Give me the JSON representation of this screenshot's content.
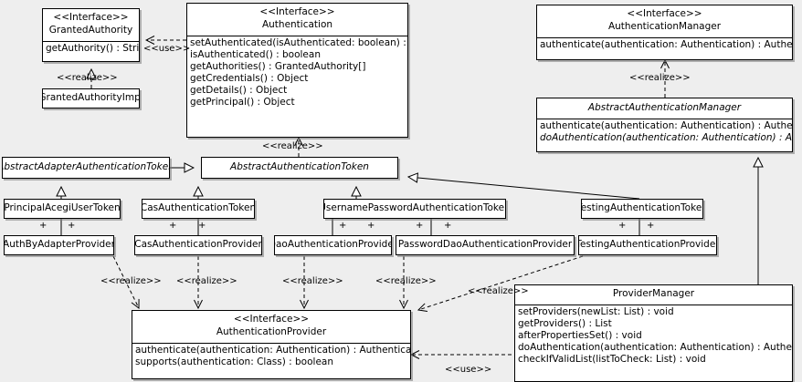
{
  "diagram": {
    "type": "uml-class-diagram",
    "background": "#eeeeee",
    "line_color": "#000000",
    "box_fill": "#ffffff"
  },
  "stereotypes": {
    "interface": "<<Interface>>",
    "realize": "<<realize>>",
    "use": "<<use>>"
  },
  "classes": {
    "granted_authority": {
      "stereotype": "<<Interface>>",
      "name": "GrantedAuthority",
      "operations": [
        "getAuthority() : String"
      ]
    },
    "granted_authority_impl": {
      "name": "GrantedAuthorityImpl"
    },
    "authentication": {
      "stereotype": "<<Interface>>",
      "name": "Authentication",
      "operations": [
        "setAuthenticated(isAuthenticated: boolean) : void",
        "isAuthenticated() : boolean",
        "getAuthorities() : GrantedAuthority[]",
        "getCredentials() : Object",
        "getDetails() : Object",
        "getPrincipal() : Object"
      ]
    },
    "authentication_manager": {
      "stereotype": "<<Interface>>",
      "name": "AuthenticationManager",
      "operations": [
        "authenticate(authentication: Authentication) : Authentication"
      ]
    },
    "abstract_authentication_manager": {
      "name": "AbstractAuthenticationManager",
      "operations": [
        "authenticate(authentication: Authentication) : Authentication",
        "doAuthentication(authentication: Authentication) : Authentication"
      ]
    },
    "abstract_adapter_authentication_token": {
      "name": "AbstractAdapterAuthenticationToken"
    },
    "abstract_authentication_token": {
      "name": "AbstractAuthenticationToken"
    },
    "principal_acegi_user_token": {
      "name": "PrincipalAcegiUserToken"
    },
    "cas_authentication_token": {
      "name": "CasAuthenticationToken"
    },
    "username_password_authentication_token": {
      "name": "UsernamePasswordAuthenticationToken"
    },
    "testing_authentication_token": {
      "name": "TestingAuthenticationToken"
    },
    "auth_by_adapter_provider": {
      "name": "AuthByAdapterProvider"
    },
    "cas_authentication_provider": {
      "name": "CasAuthenticationProvider"
    },
    "dao_authentication_provider": {
      "name": "DaoAuthenticationProvider"
    },
    "password_dao_authentication_provider": {
      "name": "PasswordDaoAuthenticationProvider"
    },
    "testing_authentication_provider": {
      "name": "TestingAuthenticationProvider"
    },
    "authentication_provider": {
      "stereotype": "<<Interface>>",
      "name": "AuthenticationProvider",
      "operations": [
        "authenticate(authentication: Authentication) : Authentication",
        "supports(authentication: Class) : boolean"
      ]
    },
    "provider_manager": {
      "name": "ProviderManager",
      "operations": [
        "setProviders(newList: List) : void",
        "getProviders() : List",
        "afterPropertiesSet() : void",
        "doAuthentication(authentication: Authentication) : Authentication",
        "checkIfValidList(listToCheck: List) : void"
      ]
    }
  },
  "edge_labels": {
    "use_authentication_grantedauthority": "<<use>>",
    "realize_grantedauthorityimpl": "<<realize>>",
    "realize_abstractauthtoken_authentication": "<<realize>>",
    "realize_abstractauthmanager": "<<realize>>",
    "realize_authbyadapter": "<<realize>>",
    "realize_cas": "<<realize>>",
    "realize_dao": "<<realize>>",
    "realize_passworddao": "<<realize>>",
    "realize_testing": "<<realize>>",
    "use_providermanager_authenticationprovider": "<<use>>"
  },
  "multiplicities": {
    "plus": "+"
  }
}
